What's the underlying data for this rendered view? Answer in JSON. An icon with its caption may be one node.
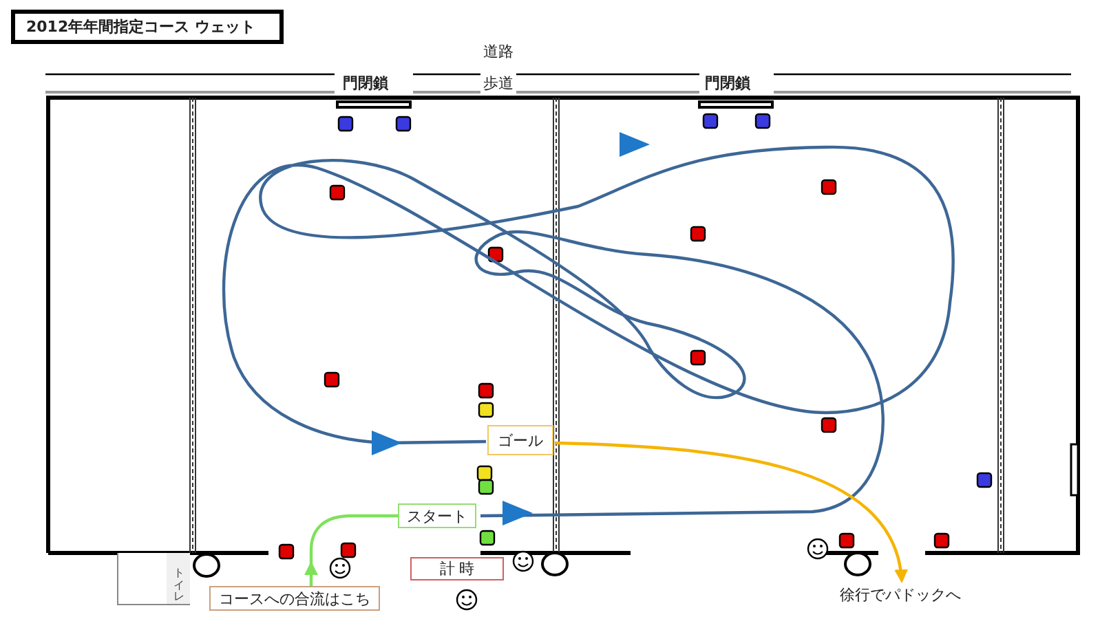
{
  "diagram": {
    "title": "2012年年間指定コース ウェット",
    "nodes": [
      {
        "text": [
          "ゴール"
        ]
      },
      {
        "text": [
          "スタート"
        ]
      },
      {
        "text": [
          "計 時"
        ]
      },
      {
        "text": [
          "コースへの合流はこち"
        ]
      },
      {
        "text": [
          "トイレ"
        ]
      },
      {
        "text": [
          "徐行でパドックへ"
        ]
      }
    ],
    "edges": [
      {
        "from": 1,
        "to": 0,
        "arrow": "to",
        "color": "#3d6796"
      },
      {
        "from": 0,
        "to": 5,
        "arrow": "to",
        "color": "#f5b400"
      },
      {
        "from": 1,
        "to": 3,
        "arrow": "to",
        "color": "#7de25a"
      }
    ],
    "labels": [
      "道路",
      "門閉鎖",
      "歩道",
      "門閉鎖"
    ]
  }
}
